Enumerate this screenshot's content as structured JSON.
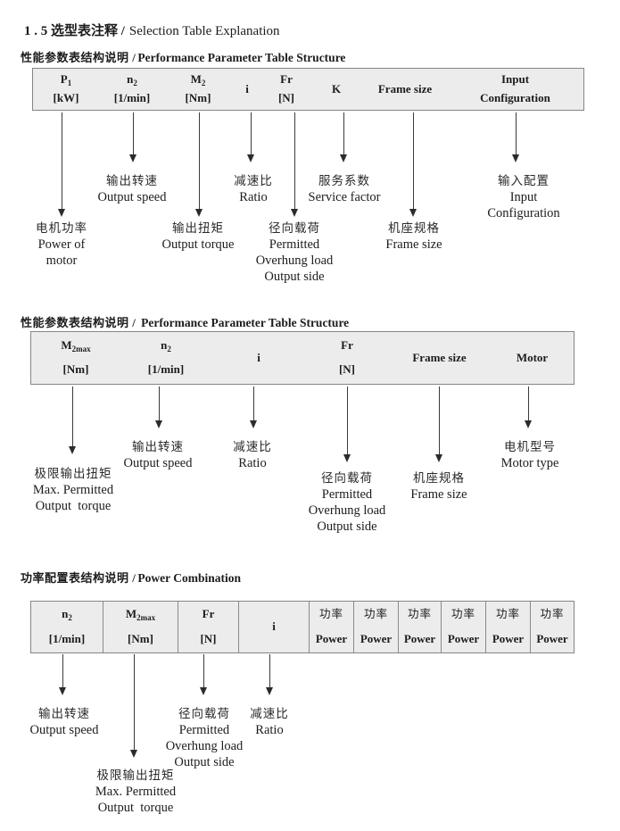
{
  "title": {
    "cn": "1 . 5 选型表注释 /",
    "en": "Selection Table Explanation"
  },
  "s1": {
    "heading": {
      "cn": "性能参数表结构说明 /",
      "en": "Performance Parameter Table Structure"
    },
    "cols": [
      {
        "base": "P",
        "sub": "1",
        "unit": "[kW]"
      },
      {
        "base": "n",
        "sub": "2",
        "unit": "[1/min]"
      },
      {
        "base": "M",
        "sub": "2",
        "unit": "[Nm]"
      },
      {
        "base": "i"
      },
      {
        "base": "Fr",
        "unit": "[N]"
      },
      {
        "base": "K"
      },
      {
        "base": "Frame size"
      },
      {
        "base": "Input",
        "unit": "Configuration"
      }
    ],
    "callouts": [
      {
        "lines": [
          "电机功率",
          "Power of",
          "motor"
        ]
      },
      {
        "lines": [
          "输出转速",
          "Output speed"
        ]
      },
      {
        "lines": [
          "输出扭矩",
          "Output torque"
        ]
      },
      {
        "lines": [
          "减速比",
          "Ratio"
        ]
      },
      {
        "lines": [
          "径向载荷",
          "Permitted",
          "Overhung load",
          "Output side"
        ]
      },
      {
        "lines": [
          "服务系数",
          "Service factor"
        ]
      },
      {
        "lines": [
          "机座规格",
          "Frame size"
        ]
      },
      {
        "lines": [
          "输入配置",
          "Input",
          "Configuration"
        ]
      }
    ]
  },
  "s2": {
    "heading": {
      "cn": "性能参数表结构说明 / ",
      "en": "Performance Parameter Table Structure"
    },
    "cols": [
      {
        "base": "M",
        "sub": "2max",
        "unit": "[Nm]"
      },
      {
        "base": "n",
        "sub": "2",
        "unit": "[1/min]"
      },
      {
        "base": "i"
      },
      {
        "base": "Fr",
        "unit": "[N]"
      },
      {
        "base": "Frame size"
      },
      {
        "base": "Motor"
      }
    ],
    "callouts": [
      {
        "lines": [
          "极限输出扭矩",
          "Max. Permitted",
          "Output  torque"
        ]
      },
      {
        "lines": [
          "输出转速",
          "Output speed"
        ]
      },
      {
        "lines": [
          "减速比",
          "Ratio"
        ]
      },
      {
        "lines": [
          "径向载荷",
          "Permitted",
          "Overhung load",
          "Output side"
        ]
      },
      {
        "lines": [
          "机座规格",
          "Frame size"
        ]
      },
      {
        "lines": [
          "电机型号",
          "Motor type"
        ]
      }
    ]
  },
  "s3": {
    "heading": {
      "cn": "功率配置表结构说明 /",
      "en": "Power Combination"
    },
    "cols": [
      {
        "base": "n",
        "sub": "2",
        "unit": "[1/min]"
      },
      {
        "base": "M",
        "sub": "2max",
        "unit": "[Nm]"
      },
      {
        "base": "Fr",
        "unit": "[N]"
      },
      {
        "base": "i"
      }
    ],
    "power_cols": [
      {
        "cn": "功率",
        "en": "Power"
      },
      {
        "cn": "功率",
        "en": "Power"
      },
      {
        "cn": "功率",
        "en": "Power"
      },
      {
        "cn": "功率",
        "en": "Power"
      },
      {
        "cn": "功率",
        "en": "Power"
      },
      {
        "cn": "功率",
        "en": "Power"
      }
    ],
    "callouts": [
      {
        "lines": [
          "输出转速",
          "Output speed"
        ]
      },
      {
        "lines": [
          "极限输出扭矩",
          "Max. Permitted",
          "Output  torque"
        ]
      },
      {
        "lines": [
          "径向载荷",
          "Permitted",
          "Overhung load",
          "Output side"
        ]
      },
      {
        "lines": [
          "减速比",
          "Ratio"
        ]
      }
    ]
  }
}
